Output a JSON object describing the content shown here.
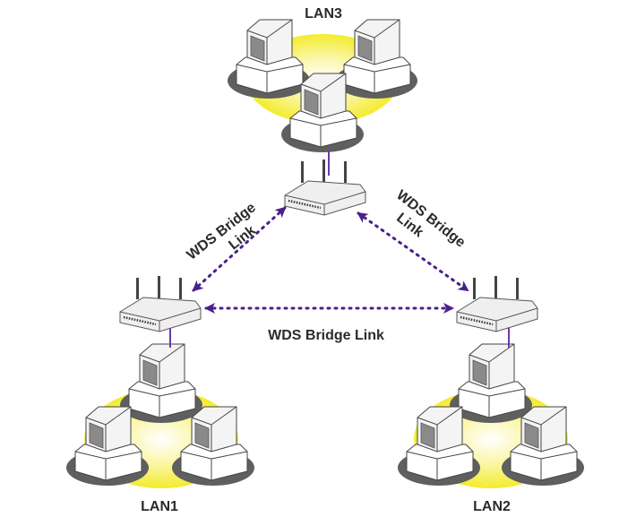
{
  "diagram": {
    "type": "network-topology",
    "colors": {
      "link": "#4b1f8c",
      "lan_glow": "#f5ef3a",
      "text": "#2b2b2b",
      "pc_body": "#f2f2f2",
      "pc_screen": "#8a8a8a",
      "pc_shadow": "#666666"
    },
    "lans": [
      {
        "id": "lan3",
        "label": "LAN3",
        "pc_count": 3
      },
      {
        "id": "lan1",
        "label": "LAN1",
        "pc_count": 3
      },
      {
        "id": "lan2",
        "label": "LAN2",
        "pc_count": 3
      }
    ],
    "routers": [
      {
        "id": "router-lan3",
        "antennas": 3
      },
      {
        "id": "router-lan1",
        "antennas": 3
      },
      {
        "id": "router-lan2",
        "antennas": 3
      }
    ],
    "links": [
      {
        "from": "router-lan3",
        "to": "router-lan1",
        "label_line1": "WDS Bridge",
        "label_line2": "Link",
        "style": "dotted",
        "arrows": "both"
      },
      {
        "from": "router-lan3",
        "to": "router-lan2",
        "label_line1": "WDS Bridge",
        "label_line2": "Link",
        "style": "dotted",
        "arrows": "both"
      },
      {
        "from": "router-lan1",
        "to": "router-lan2",
        "label": "WDS Bridge Link",
        "style": "dotted",
        "arrows": "both"
      }
    ]
  }
}
